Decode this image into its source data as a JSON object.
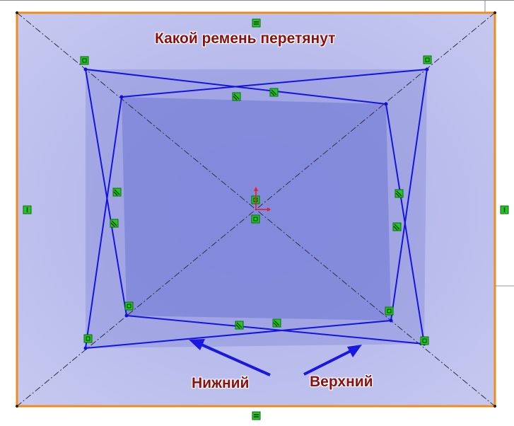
{
  "annotations": {
    "title": "Какой ремень перетянут",
    "lower_label": "Нижний",
    "upper_label": "Верхний"
  },
  "colors": {
    "sketch_fill": "#7f86da",
    "frame": "#f08c1e",
    "belt_line": "#1010e6",
    "constraint_marker": "#23c423",
    "centerline": "#303040",
    "annotation_text": "#8b1010",
    "origin": "#e0202a"
  },
  "icons": {
    "constraint": "green-square-constraint-icon",
    "origin": "sketch-origin-icon"
  }
}
